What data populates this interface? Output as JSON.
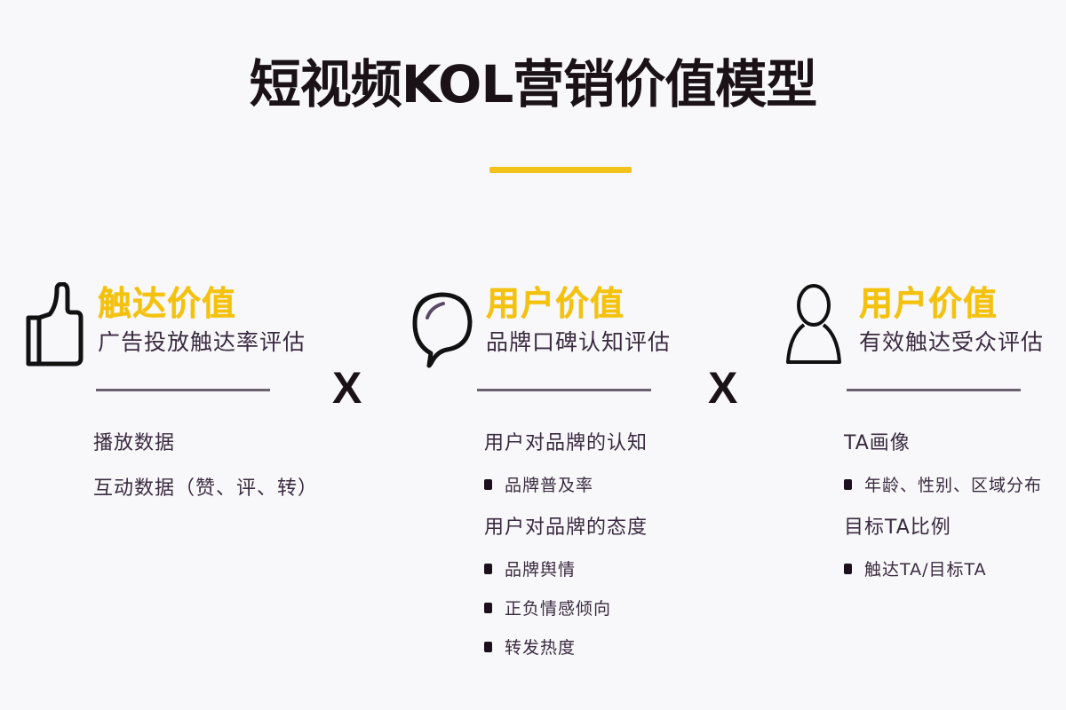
{
  "title": "短视频KOL营销价值模型",
  "accent_color": "#f4c20d",
  "operator": "X",
  "columns": [
    {
      "icon": "thumbs-up-icon",
      "title": "触达价值",
      "subtitle": "广告投放触达率评估",
      "items": [
        {
          "text": "播放数据",
          "type": "heading"
        },
        {
          "text": "互动数据（赞、评、转）",
          "type": "heading"
        }
      ]
    },
    {
      "icon": "speech-bubble-icon",
      "title": "用户价值",
      "subtitle": "品牌口碑认知评估",
      "items": [
        {
          "text": "用户对品牌的认知",
          "type": "heading"
        },
        {
          "text": "品牌普及率",
          "type": "bullet"
        },
        {
          "text": "用户对品牌的态度",
          "type": "heading"
        },
        {
          "text": "品牌舆情",
          "type": "bullet"
        },
        {
          "text": "正负情感倾向",
          "type": "bullet"
        },
        {
          "text": "转发热度",
          "type": "bullet"
        }
      ]
    },
    {
      "icon": "user-icon",
      "title": "用户价值",
      "subtitle": "有效触达受众评估",
      "items": [
        {
          "text": "TA画像",
          "type": "heading"
        },
        {
          "text": "年龄、性别、区域分布",
          "type": "bullet"
        },
        {
          "text": "目标TA比例",
          "type": "heading"
        },
        {
          "text": "触达TA/目标TA",
          "type": "bullet"
        }
      ]
    }
  ]
}
